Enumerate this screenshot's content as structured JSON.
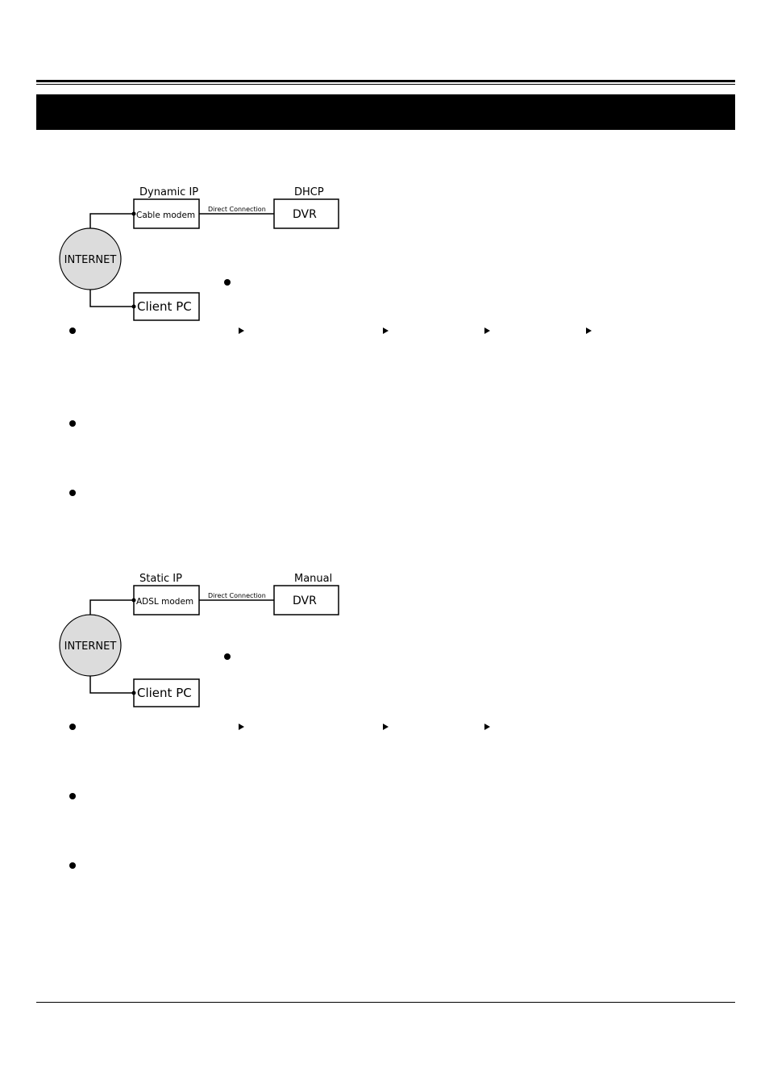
{
  "diagram1": {
    "ip_label": "Dynamic IP",
    "mode_label": "DHCP",
    "modem": "Cable modem",
    "link": "Direct Connection",
    "device": "DVR",
    "internet": "INTERNET",
    "client": "Client PC"
  },
  "diagram2": {
    "ip_label": "Static IP",
    "mode_label": "Manual",
    "modem": "ADSL modem",
    "link": "Direct Connection",
    "device": "DVR",
    "internet": "INTERNET",
    "client": "Client PC"
  },
  "colors": {
    "internet_fill": "#dcdcdc",
    "ink": "#000000"
  }
}
